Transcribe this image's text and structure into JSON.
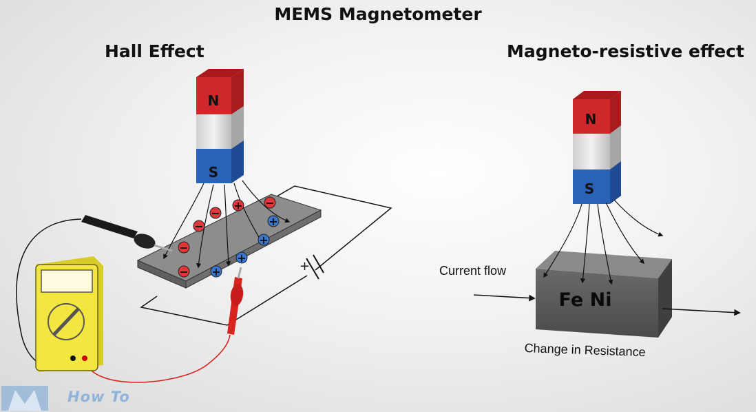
{
  "title": "MEMS Magnetometer",
  "hall": {
    "title": "Hall Effect",
    "magnet": {
      "north": "N",
      "south": "S"
    },
    "battery_symbol": "+",
    "negative_sign": "−",
    "positive_sign": "+"
  },
  "magnetoresistive": {
    "title": "Magneto-resistive effect",
    "magnet": {
      "north": "N",
      "south": "S"
    },
    "block_label": "Fe Ni",
    "current_flow": "Current flow",
    "change_resistance": "Change in Resistance"
  },
  "logo": {
    "text": "How To"
  },
  "colors": {
    "north": "#d0282a",
    "south": "#2a62b8",
    "meter": "#f3e640",
    "probe_red": "#d8231f",
    "plate": "#8d8d8d",
    "block": "#5b5b5b"
  }
}
